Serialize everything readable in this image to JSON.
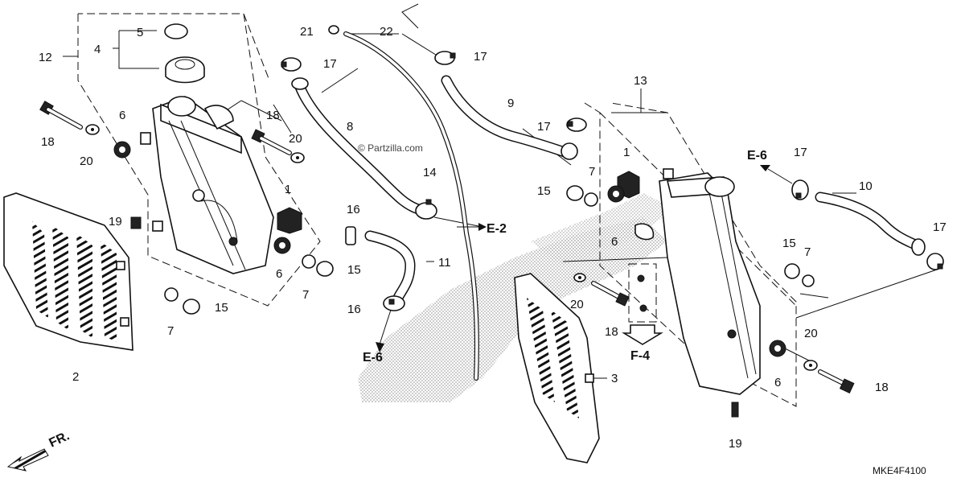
{
  "watermark": "© Partzilla.com",
  "diagram_code": "MKE4F4100",
  "front_marker": "FR.",
  "ref_labels": {
    "e2": "E-2",
    "e6_top": "E-6",
    "e6_bottom": "E-6",
    "f4": "F-4"
  },
  "callouts": {
    "c1a": "1",
    "c1b": "1",
    "c2": "2",
    "c3": "3",
    "c4": "4",
    "c5": "5",
    "c6a": "6",
    "c6b": "6",
    "c6c": "6",
    "c6d": "6",
    "c7a": "7",
    "c7b": "7",
    "c7c": "7",
    "c7d": "7",
    "c8": "8",
    "c9": "9",
    "c10": "10",
    "c11": "11",
    "c12": "12",
    "c13": "13",
    "c14": "14",
    "c15a": "15",
    "c15b": "15",
    "c15c": "15",
    "c15d": "15",
    "c16a": "16",
    "c16b": "16",
    "c17a": "17",
    "c17b": "17",
    "c17c": "17",
    "c17d": "17",
    "c17e": "17",
    "c18a": "18",
    "c18b": "18",
    "c18c": "18",
    "c18d": "18",
    "c19a": "19",
    "c19b": "19",
    "c20a": "20",
    "c20b": "20",
    "c20c": "20",
    "c20d": "20",
    "c21": "21",
    "c22": "22"
  }
}
